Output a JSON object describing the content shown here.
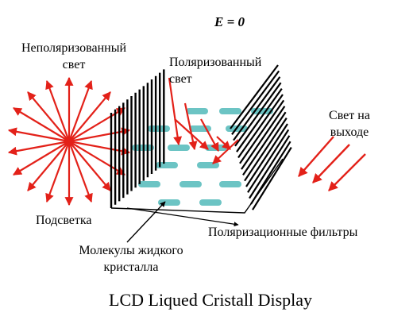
{
  "title_formula": "E = 0",
  "labels": {
    "unpolarized_line1": "Неполяризованный",
    "unpolarized_line2": "свет",
    "polarized_line1": "Поляризованный",
    "polarized_line2": "свет",
    "output_line1": "Свет на",
    "output_line2": "выходе",
    "backlight": "Подсветка",
    "filters": "Поляризационные фильтры",
    "molecules_line1": "Молекулы жидкого",
    "molecules_line2": "кристалла"
  },
  "caption": "LCD  Liqued Cristall Display",
  "colors": {
    "arrow": "#e32119",
    "molecule": "#6cc4c4",
    "line": "#000000"
  }
}
